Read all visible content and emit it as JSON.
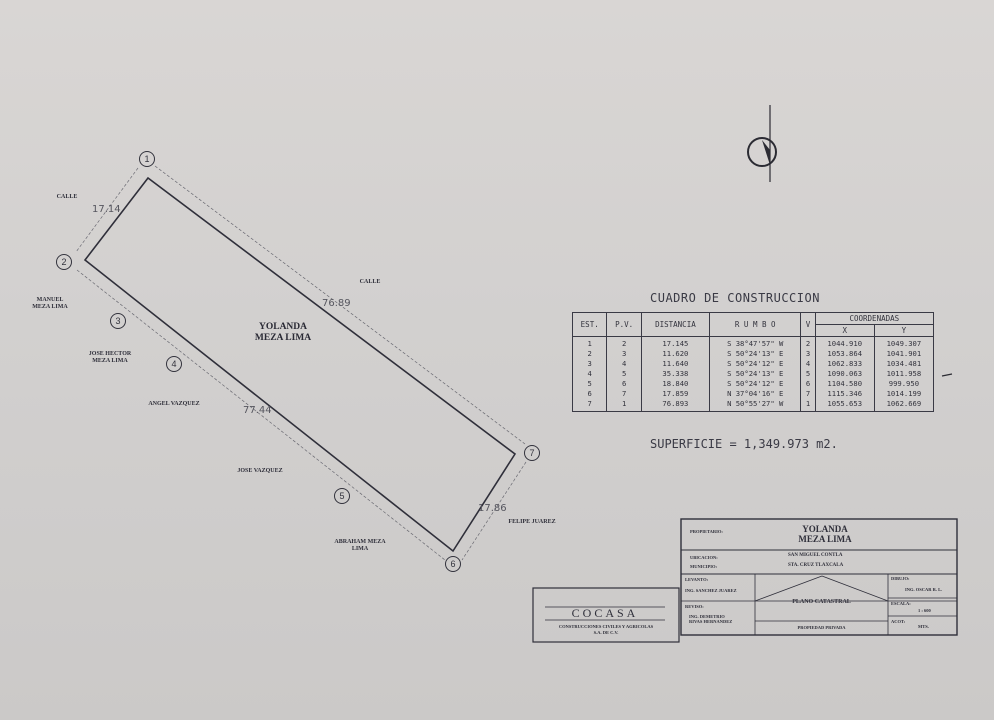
{
  "plan": {
    "owner_line1": "YOLANDA",
    "owner_line2": "MEZA LIMA",
    "labels": {
      "calle_top": "CALLE",
      "calle_right": "CALLE",
      "manuel_1": "MANUEL",
      "manuel_2": "MEZA LIMA",
      "jose_hector_1": "JOSE HECTOR",
      "jose_hector_2": "MEZA LIMA",
      "angel": "ANGEL VAZQUEZ",
      "jose_vazquez": "JOSE VAZQUEZ",
      "abraham_1": "ABRAHAM MEZA",
      "abraham_2": "LIMA",
      "felipe": "FELIPE JUAREZ"
    },
    "dims": {
      "d12": "17.14",
      "d17": "76.89",
      "d26": "77.44",
      "d67": "17.86"
    },
    "vertices": [
      "1",
      "2",
      "3",
      "4",
      "5",
      "6",
      "7"
    ]
  },
  "table": {
    "title": "CUADRO DE CONSTRUCCION",
    "headers": {
      "est": "EST.",
      "pv": "P.V.",
      "dist": "DISTANCIA",
      "rumbo": "R U M B O",
      "v": "V",
      "coords": "COORDENADAS",
      "x": "X",
      "y": "Y"
    },
    "rows": [
      {
        "est": "1",
        "pv": "2",
        "dist": "17.145",
        "rumbo": "S 38°47'57\" W",
        "v": "2",
        "x": "1044.910",
        "y": "1049.307"
      },
      {
        "est": "2",
        "pv": "3",
        "dist": "11.620",
        "rumbo": "S 50°24'13\" E",
        "v": "3",
        "x": "1053.864",
        "y": "1041.901"
      },
      {
        "est": "3",
        "pv": "4",
        "dist": "11.640",
        "rumbo": "S 50°24'12\" E",
        "v": "4",
        "x": "1062.833",
        "y": "1034.481"
      },
      {
        "est": "4",
        "pv": "5",
        "dist": "35.338",
        "rumbo": "S 50°24'13\" E",
        "v": "5",
        "x": "1090.063",
        "y": "1011.958"
      },
      {
        "est": "5",
        "pv": "6",
        "dist": "18.840",
        "rumbo": "S 50°24'12\" E",
        "v": "6",
        "x": "1104.580",
        "y": "999.950"
      },
      {
        "est": "6",
        "pv": "7",
        "dist": "17.859",
        "rumbo": "N 37°04'16\" E",
        "v": "7",
        "x": "1115.346",
        "y": "1014.199"
      },
      {
        "est": "7",
        "pv": "1",
        "dist": "76.893",
        "rumbo": "N 50°55'27\" W",
        "v": "1",
        "x": "1055.653",
        "y": "1062.669"
      }
    ],
    "superficie": "SUPERFICIE = 1,349.973 m2."
  },
  "titleblock": {
    "propietario_label": "PROPIETARIO:",
    "propietario_1": "YOLANDA",
    "propietario_2": "MEZA LIMA",
    "ubicacion_label": "UBICACION:",
    "ubicacion": "SAN MIGUEL CONTLA",
    "municipio_label": "MUNICIPIO:",
    "municipio": "STA. CRUZ TLAXCALA",
    "levanto_label": "LEVANTO:",
    "levanto": "ING. SANCHEZ JUAREZ",
    "reviso_label": "REVISO:",
    "reviso_1": "ING. DEMETRIO",
    "reviso_2": "RIVAS HERNANDEZ",
    "plano": "PLANO CATASTRAL",
    "propiedad": "PROPIEDAD PRIVADA",
    "dibujo_label": "DIBUJO:",
    "dibujo": "ING. OSCAR R. L.",
    "escala_label": "ESCALA:",
    "escala": "1 : 600",
    "acot_label": "ACOT:",
    "acot": "MTS.",
    "logo": "COCASA",
    "company_1": "CONSTRUCCIONES CIVILES Y AGRICOLAS",
    "company_2": "S.A. DE C.V."
  }
}
